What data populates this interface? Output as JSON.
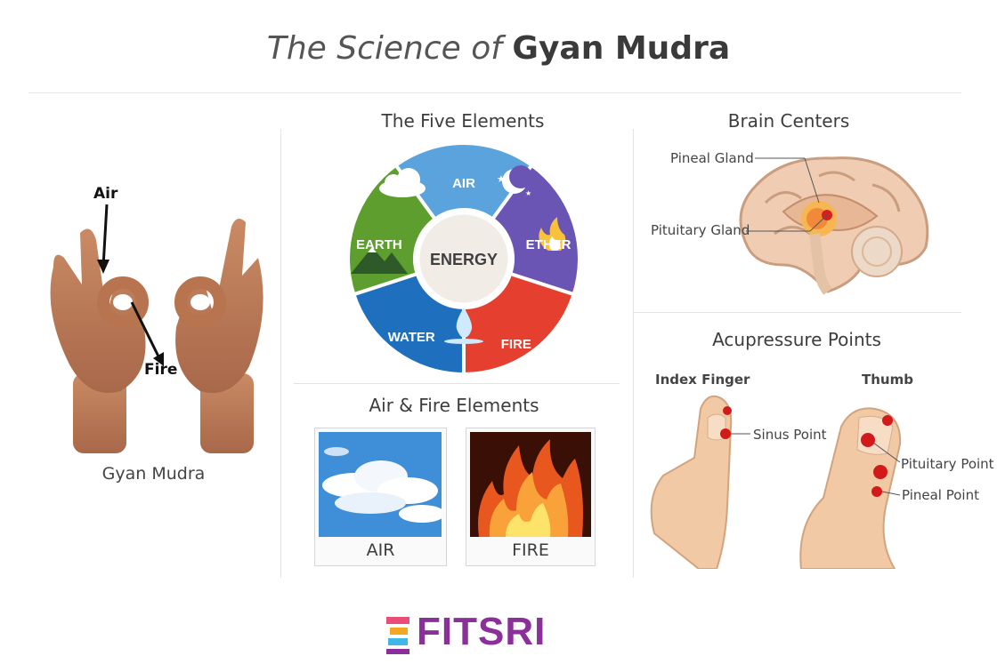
{
  "title": {
    "prefix": "The Science of",
    "main": "Gyan Mudra"
  },
  "left_panel": {
    "labels": {
      "air": "Air",
      "fire": "Fire"
    },
    "caption": "Gyan Mudra"
  },
  "five_elements": {
    "heading": "The Five Elements",
    "center": "ENERGY",
    "segments": [
      {
        "label": "AIR",
        "color": "#5aa3dd"
      },
      {
        "label": "ETHER",
        "color": "#6a55b5"
      },
      {
        "label": "FIRE",
        "color": "#e5402f"
      },
      {
        "label": "WATER",
        "color": "#1f6fbf"
      },
      {
        "label": "EARTH",
        "color": "#5d9e2e"
      }
    ]
  },
  "air_fire": {
    "heading": "Air & Fire Elements",
    "cards": [
      {
        "label": "AIR"
      },
      {
        "label": "FIRE"
      }
    ]
  },
  "brain": {
    "heading": "Brain Centers",
    "labels": {
      "pineal": "Pineal Gland",
      "pituitary": "Pituitary Gland"
    }
  },
  "acupressure": {
    "heading": "Acupressure Points",
    "index_finger": {
      "heading": "Index Finger",
      "point": "Sinus Point"
    },
    "thumb": {
      "heading": "Thumb",
      "points": [
        "Pituitary Point",
        "Pineal Point"
      ]
    }
  },
  "logo": {
    "text": "FITSRI",
    "colors": [
      "#e94e77",
      "#f5a623",
      "#3fb7e8",
      "#8b2f9a"
    ]
  }
}
